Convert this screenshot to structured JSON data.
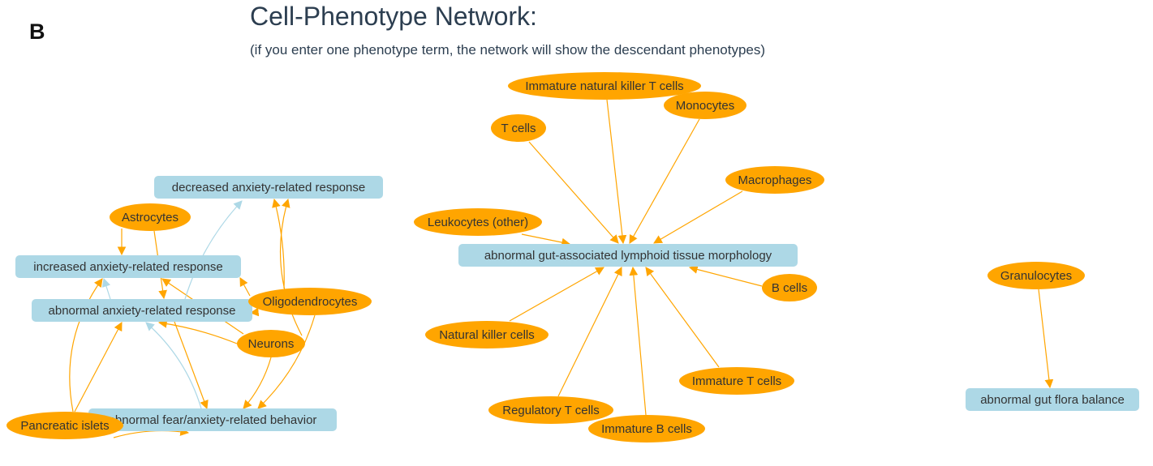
{
  "panel_letter": "B",
  "header": {
    "title": "Cell-Phenotype Network:",
    "subtitle": "(if you enter one phenotype term, the network will show the descendant phenotypes)"
  },
  "colors": {
    "cell_fill": "#ffa500",
    "phenotype_fill": "#add8e6",
    "cell_edge": "#ffa500",
    "phenotype_edge": "#add8e6",
    "label_text": "#333333"
  },
  "network": {
    "phenotypes": [
      {
        "id": "p_dec",
        "label": "decreased anxiety-related response"
      },
      {
        "id": "p_inc",
        "label": "increased anxiety-related response"
      },
      {
        "id": "p_abn",
        "label": "abnormal anxiety-related response"
      },
      {
        "id": "p_fear",
        "label": "abnormal fear/anxiety-related behavior"
      },
      {
        "id": "p_galt",
        "label": "abnormal gut-associated lymphoid tissue morphology"
      },
      {
        "id": "p_flora",
        "label": "abnormal gut flora balance"
      }
    ],
    "cells": [
      {
        "id": "c_astro",
        "label": "Astrocytes"
      },
      {
        "id": "c_oligo",
        "label": "Oligodendrocytes"
      },
      {
        "id": "c_neur",
        "label": "Neurons"
      },
      {
        "id": "c_panc",
        "label": "Pancreatic islets"
      },
      {
        "id": "c_inkt",
        "label": "Immature natural killer T cells"
      },
      {
        "id": "c_mono",
        "label": "Monocytes"
      },
      {
        "id": "c_tc",
        "label": "T cells"
      },
      {
        "id": "c_macro",
        "label": "Macrophages"
      },
      {
        "id": "c_leuk",
        "label": "Leukocytes (other)"
      },
      {
        "id": "c_bc",
        "label": "B cells"
      },
      {
        "id": "c_nk",
        "label": "Natural killer cells"
      },
      {
        "id": "c_itc",
        "label": "Immature T cells"
      },
      {
        "id": "c_treg",
        "label": "Regulatory T cells"
      },
      {
        "id": "c_ibc",
        "label": "Immature B cells"
      },
      {
        "id": "c_gran",
        "label": "Granulocytes"
      }
    ],
    "edges": [
      {
        "from": "c_astro",
        "to": "p_inc",
        "kind": "cell"
      },
      {
        "from": "c_astro",
        "to": "p_abn",
        "kind": "cell"
      },
      {
        "from": "c_oligo",
        "to": "p_inc",
        "kind": "cell"
      },
      {
        "from": "c_oligo",
        "to": "p_abn",
        "kind": "cell"
      },
      {
        "from": "c_oligo",
        "to": "p_dec",
        "kind": "cell"
      },
      {
        "from": "c_oligo",
        "to": "p_fear",
        "kind": "cell"
      },
      {
        "from": "c_neur",
        "to": "p_dec",
        "kind": "cell"
      },
      {
        "from": "c_neur",
        "to": "p_abn",
        "kind": "cell"
      },
      {
        "from": "c_neur",
        "to": "p_fear",
        "kind": "cell"
      },
      {
        "from": "c_neur",
        "to": "p_inc",
        "kind": "cell"
      },
      {
        "from": "c_panc",
        "to": "p_abn",
        "kind": "cell"
      },
      {
        "from": "c_panc",
        "to": "p_inc",
        "kind": "cell"
      },
      {
        "from": "c_panc",
        "to": "p_fear",
        "kind": "cell"
      },
      {
        "from": "p_abn",
        "to": "p_fear",
        "kind": "cell"
      },
      {
        "from": "p_abn",
        "to": "p_dec",
        "kind": "phenotype"
      },
      {
        "from": "p_abn",
        "to": "p_inc",
        "kind": "phenotype"
      },
      {
        "from": "p_fear",
        "to": "p_abn",
        "kind": "phenotype"
      },
      {
        "from": "c_inkt",
        "to": "p_galt",
        "kind": "cell"
      },
      {
        "from": "c_mono",
        "to": "p_galt",
        "kind": "cell"
      },
      {
        "from": "c_tc",
        "to": "p_galt",
        "kind": "cell"
      },
      {
        "from": "c_macro",
        "to": "p_galt",
        "kind": "cell"
      },
      {
        "from": "c_leuk",
        "to": "p_galt",
        "kind": "cell"
      },
      {
        "from": "c_bc",
        "to": "p_galt",
        "kind": "cell"
      },
      {
        "from": "c_nk",
        "to": "p_galt",
        "kind": "cell"
      },
      {
        "from": "c_itc",
        "to": "p_galt",
        "kind": "cell"
      },
      {
        "from": "c_treg",
        "to": "p_galt",
        "kind": "cell"
      },
      {
        "from": "c_ibc",
        "to": "p_galt",
        "kind": "cell"
      },
      {
        "from": "c_gran",
        "to": "p_flora",
        "kind": "cell"
      }
    ]
  }
}
